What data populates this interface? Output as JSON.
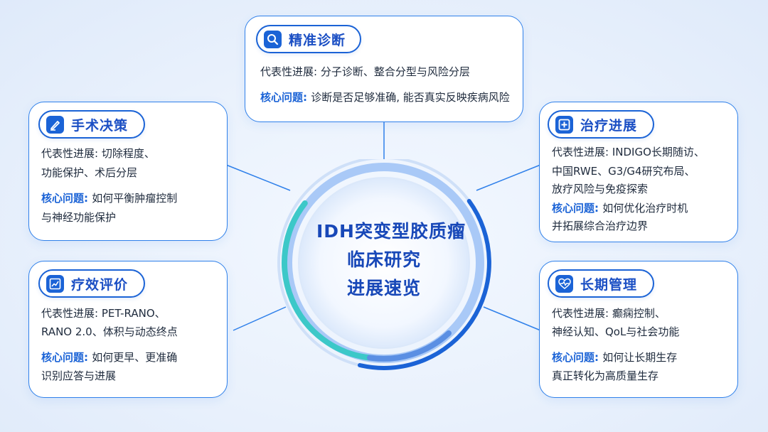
{
  "center": {
    "line1": "IDH突变型胶质瘤",
    "line2": "临床研究",
    "line3": "进展速览"
  },
  "cards": {
    "diagnosis": {
      "title": "精准诊断",
      "icon": "search-icon",
      "progress_label": "代表性进展: ",
      "progress": "分子诊断、整合分型与风险分层",
      "issue_label": "核心问题: ",
      "issue": "诊断是否足够准确, 能否真实反映疾病风险"
    },
    "surgery": {
      "title": "手术决策",
      "icon": "scalpel-icon",
      "progress_label": "代表性进展: ",
      "progress_lines": [
        "切除程度、",
        "功能保护、术后分层"
      ],
      "issue_label": "核心问题: ",
      "issue_lines": [
        "如何平衡肿瘤控制",
        "与神经功能保护"
      ]
    },
    "treatment": {
      "title": "治疗进展",
      "icon": "plus-square-icon",
      "progress_label": "代表性进展: ",
      "progress_lines": [
        "INDIGO长期随访、",
        "中国RWE、G3/G4研究布局、",
        "放疗风险与免疫探索"
      ],
      "issue_label": "核心问题: ",
      "issue_lines": [
        "如何优化治疗时机",
        "并拓展综合治疗边界"
      ]
    },
    "efficacy": {
      "title": "疗效评价",
      "icon": "trend-chart-icon",
      "progress_label": "代表性进展: ",
      "progress_lines": [
        "PET-RANO、",
        "RANO 2.0、体积与动态终点"
      ],
      "issue_label": "核心问题: ",
      "issue_lines": [
        "如何更早、更准确",
        "识别应答与进展"
      ]
    },
    "longterm": {
      "title": "长期管理",
      "icon": "heart-pulse-icon",
      "progress_label": "代表性进展: ",
      "progress_lines": [
        "癫痫控制、",
        "神经认知、QoL与社会功能"
      ],
      "issue_label": "核心问题: ",
      "issue_lines": [
        "如何让长期生存",
        "真正转化为高质量生存"
      ]
    }
  },
  "colors": {
    "primary_blue": "#1b63d6",
    "card_border": "#2f80ea",
    "ring_light": "#a9c9f7",
    "ring_teal": "#3cc8c8",
    "center_text": "#1848b8"
  }
}
